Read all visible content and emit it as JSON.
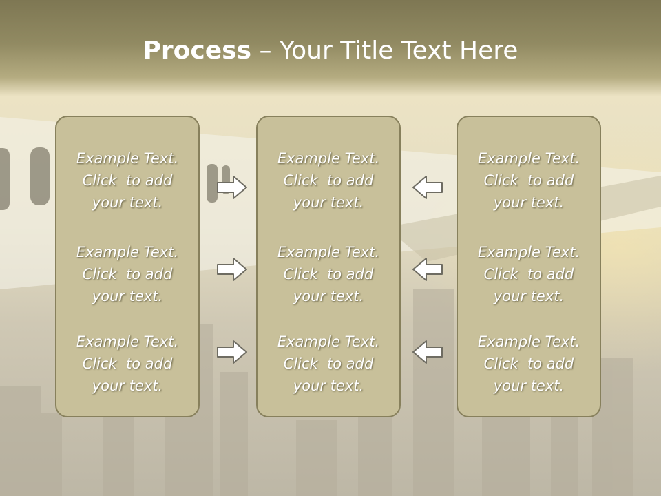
{
  "slide": {
    "title_bold": "Process",
    "title_rest": " – Your Title Text Here"
  },
  "boxes": [
    {
      "items": [
        {
          "line1": "Example Text.",
          "line2": "Click  to add",
          "line3": "your text."
        },
        {
          "line1": "Example Text.",
          "line2": "Click  to add",
          "line3": "your text."
        },
        {
          "line1": "Example Text.",
          "line2": "Click  to add",
          "line3": "your text."
        }
      ]
    },
    {
      "items": [
        {
          "line1": "Example Text.",
          "line2": "Click  to add",
          "line3": "your text."
        },
        {
          "line1": "Example Text.",
          "line2": "Click  to add",
          "line3": "your text."
        },
        {
          "line1": "Example Text.",
          "line2": "Click  to add",
          "line3": "your text."
        }
      ]
    },
    {
      "items": [
        {
          "line1": "Example Text.",
          "line2": "Click  to add",
          "line3": "your text."
        },
        {
          "line1": "Example Text.",
          "line2": "Click  to add",
          "line3": "your text."
        },
        {
          "line1": "Example Text.",
          "line2": "Click  to add",
          "line3": "your text."
        }
      ]
    }
  ],
  "icons": {
    "left_arrows": "arrow-right-icon",
    "right_arrows": "arrow-left-icon"
  },
  "colors": {
    "box_fill": "#c8c09a",
    "box_border": "#87805c",
    "title_band": "#8a8360",
    "arrow_fill": "#ffffff",
    "arrow_stroke": "#6e6c62"
  }
}
